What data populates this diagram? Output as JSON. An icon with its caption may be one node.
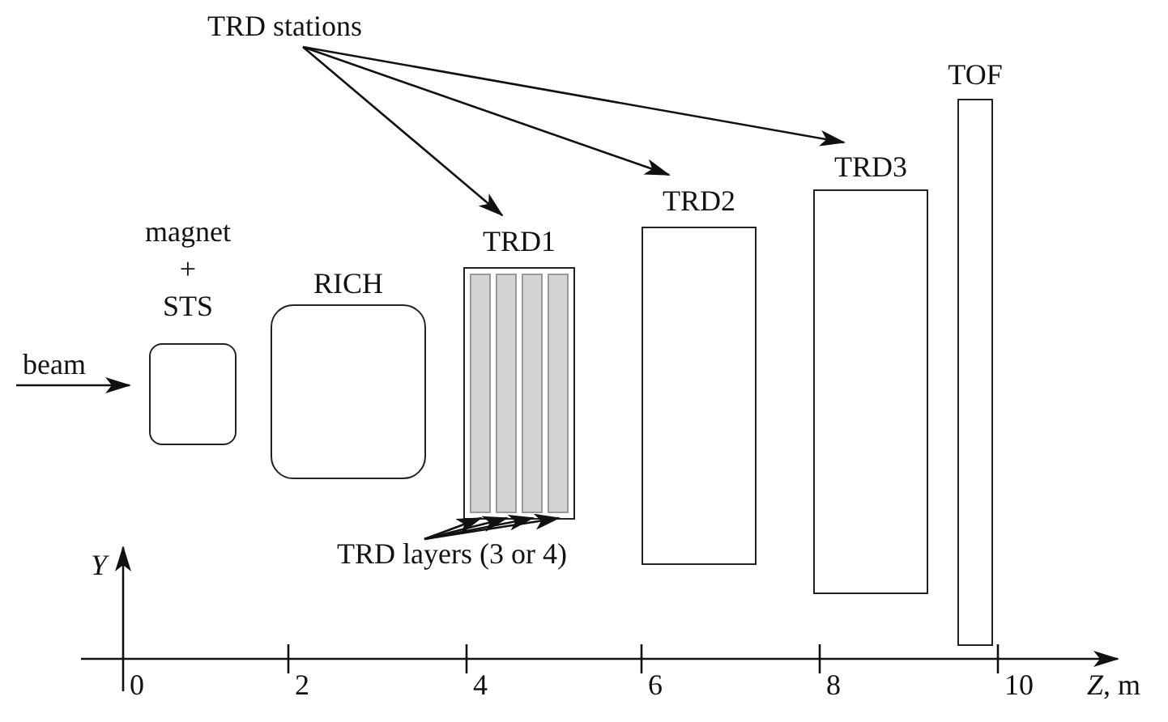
{
  "diagram": {
    "nodes": [
      {
        "text": [
          "TRD stations"
        ]
      },
      {
        "text": [
          "magnet + STS"
        ]
      },
      {
        "text": [
          "RICH"
        ]
      },
      {
        "text": [
          "TRD1"
        ]
      },
      {
        "text": [],
        "shape": "bar",
        "in": 3
      },
      {
        "text": [],
        "shape": "bar",
        "in": 3
      },
      {
        "text": [],
        "shape": "bar",
        "in": 3
      },
      {
        "text": [],
        "shape": "bar",
        "in": 3
      },
      {
        "text": [
          "TRD2"
        ]
      },
      {
        "text": [
          "TRD3"
        ]
      },
      {
        "text": [
          "TOF"
        ]
      },
      {
        "text": [
          "TRD layers (3 or 4)"
        ]
      }
    ],
    "edges": [
      {
        "from": null,
        "to": 1,
        "arrow": "to",
        "label": "beam"
      },
      {
        "from": 0,
        "to": 3,
        "arrow": "to"
      },
      {
        "from": 0,
        "to": 8,
        "arrow": "to"
      },
      {
        "from": 0,
        "to": 9,
        "arrow": "to"
      },
      {
        "from": 11,
        "to": 4,
        "arrow": "to"
      },
      {
        "from": 11,
        "to": 5,
        "arrow": "to"
      },
      {
        "from": 11,
        "to": 6,
        "arrow": "to"
      },
      {
        "from": 11,
        "to": 7,
        "arrow": "to"
      }
    ],
    "labels": [
      "Y",
      "0",
      "2",
      "4",
      "6",
      "8",
      "10",
      "*Z*, m"
    ]
  }
}
